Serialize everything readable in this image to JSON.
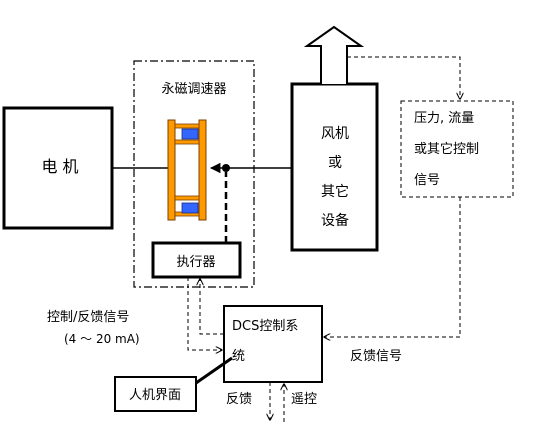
{
  "motor": {
    "label": "电 机"
  },
  "governor": {
    "title": "永磁调速器"
  },
  "actuator": {
    "label": "执行器"
  },
  "fan": {
    "lines": [
      "风机",
      "或",
      "其它",
      "设备"
    ]
  },
  "signal_box": {
    "lines": [
      "压力, 流量",
      "或其它控制",
      "信号"
    ]
  },
  "dcs": {
    "line1": "DCS控制系",
    "line2": "统"
  },
  "hmi": {
    "label": "人机界面"
  },
  "control_signal": {
    "line1": "控制/反馈信号",
    "line2": "(4 ～ 20 mA)"
  },
  "feedback_signal": {
    "label": "反馈信号"
  },
  "bottom": {
    "feedback": "反馈",
    "remote": "遥控"
  },
  "colors": {
    "coupling_orange": "#FF9900",
    "coupling_blue": "#3366FF",
    "line": "#000000"
  }
}
